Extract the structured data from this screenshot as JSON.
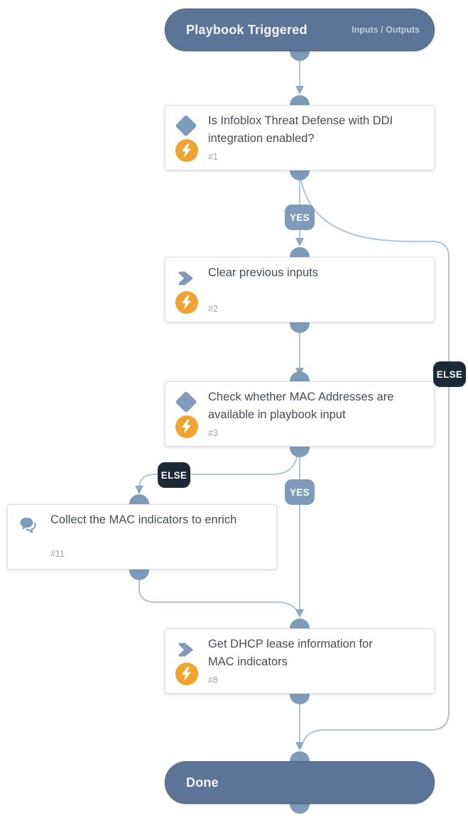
{
  "colors": {
    "pill_background": "#5c7495",
    "node_blue": "#7f9bba",
    "line_blue": "#aec5da",
    "arrow_blue": "#8ca8c5",
    "else_badge_background": "#1d2836",
    "automation_orange": "#f1a32f",
    "card_title_text": "#454e56",
    "card_id_text": "#9aa4ac"
  },
  "start_pill": {
    "title": "Playbook Triggered",
    "action": "Inputs / Outputs"
  },
  "end_pill": {
    "title": "Done"
  },
  "tasks": [
    {
      "id": "#1",
      "title": "Is Infoblox Threat Defense with DDI integration enabled?",
      "type": "condition",
      "icon": "diamond-icon",
      "has_automation_badge": true
    },
    {
      "id": "#2",
      "title": "Clear previous inputs",
      "type": "task",
      "icon": "chevron-icon",
      "has_automation_badge": true
    },
    {
      "id": "#3",
      "title": "Check whether MAC Addresses are available in playbook input",
      "type": "condition",
      "icon": "diamond-icon",
      "has_automation_badge": true
    },
    {
      "id": "#11",
      "title": "Collect the MAC indicators to enrich",
      "type": "data-collection",
      "icon": "chat-icon",
      "has_automation_badge": false
    },
    {
      "id": "#8",
      "title": "Get DHCP lease information for MAC indicators",
      "type": "task",
      "icon": "chevron-icon",
      "has_automation_badge": true
    }
  ],
  "edge_labels": {
    "yes": "YES",
    "else": "ELSE"
  }
}
